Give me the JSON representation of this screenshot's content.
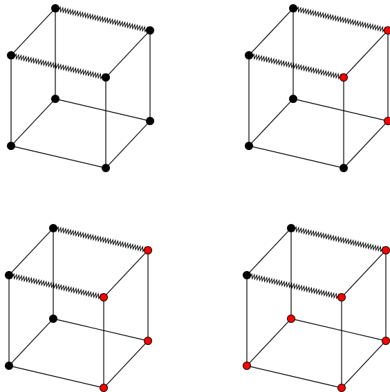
{
  "colors": {
    "background": "#ffffff",
    "edge": "#000000",
    "vertex_default": "#000000",
    "vertex_highlight": "#ff0000"
  },
  "cube_vertices": [
    "back-top-left",
    "back-top-right",
    "front-top-left",
    "front-top-right",
    "back-bottom-left",
    "back-bottom-right",
    "front-bottom-left",
    "front-bottom-right"
  ],
  "cube_edges": [
    [
      "back-top-left",
      "front-top-left"
    ],
    [
      "back-top-right",
      "front-top-right"
    ],
    [
      "back-top-left",
      "back-bottom-left"
    ],
    [
      "back-top-right",
      "back-bottom-right"
    ],
    [
      "front-top-left",
      "front-bottom-left"
    ],
    [
      "front-top-right",
      "front-bottom-right"
    ],
    [
      "back-bottom-left",
      "back-bottom-right"
    ],
    [
      "front-bottom-left",
      "front-bottom-right"
    ],
    [
      "back-bottom-left",
      "front-bottom-left"
    ],
    [
      "back-bottom-right",
      "front-bottom-right"
    ]
  ],
  "cube_springs": [
    [
      "back-top-left",
      "back-top-right"
    ],
    [
      "front-top-left",
      "front-top-right"
    ]
  ],
  "panels": [
    {
      "name": "cube-top-left",
      "highlighted_vertices": []
    },
    {
      "name": "cube-top-right",
      "highlighted_vertices": [
        "back-top-right",
        "front-top-right",
        "back-bottom-right"
      ]
    },
    {
      "name": "cube-bottom-left",
      "highlighted_vertices": [
        "back-top-right",
        "front-top-right",
        "back-bottom-right",
        "front-bottom-right"
      ]
    },
    {
      "name": "cube-bottom-right",
      "highlighted_vertices": [
        "back-top-right",
        "front-top-right",
        "back-bottom-right",
        "front-bottom-right",
        "back-bottom-left",
        "front-bottom-left"
      ]
    }
  ]
}
